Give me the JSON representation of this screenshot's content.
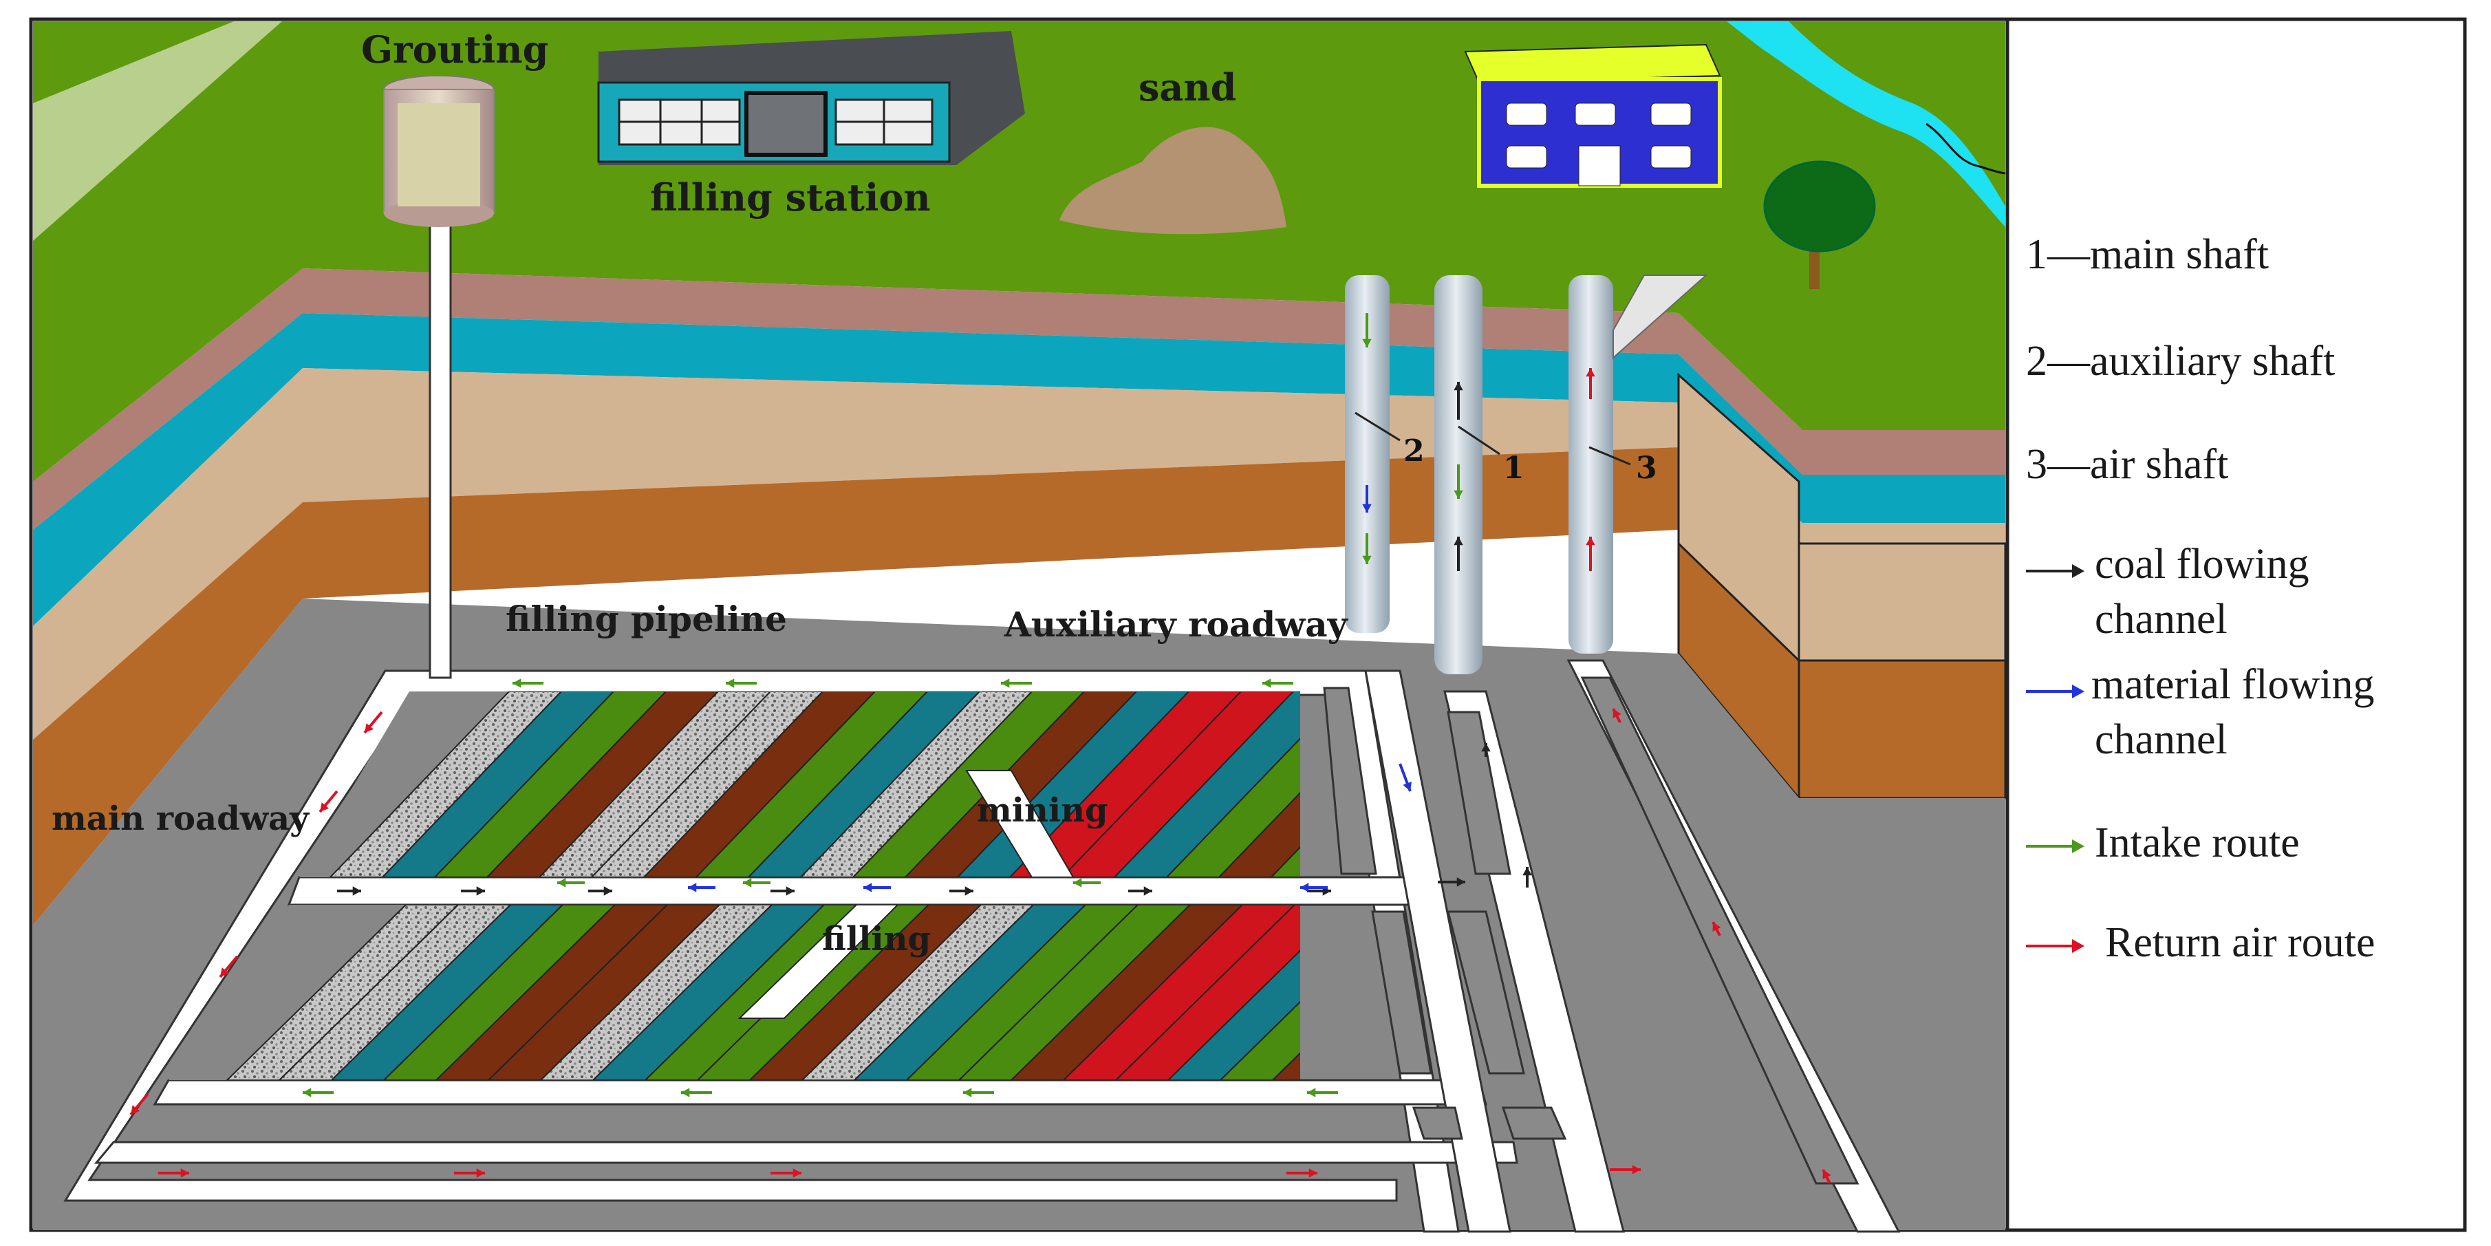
{
  "labels": {
    "grouting": "Grouting",
    "filling_station": "filling station",
    "sand": "sand",
    "filling_pipeline": "filling pipeline",
    "auxiliary_roadway": "Auxiliary roadway",
    "main_roadway": "main roadway",
    "mining": "mining",
    "filling": "filling"
  },
  "shaft_numbers": [
    "2",
    "1",
    "3"
  ],
  "legend": {
    "main_shaft": "1—main shaft",
    "auxiliary_shaft": "2—auxiliary shaft",
    "air_shaft": "3—air shaft",
    "coal_line1": "coal flowing",
    "coal_line2": "channel",
    "material_line1": "material flowing",
    "material_line2": "channel",
    "intake": "Intake route",
    "return_air": "Return air route"
  },
  "colors": {
    "coal_arrow": "#222222",
    "material_arrow": "#2233dd",
    "intake_arrow": "#4a9a1a",
    "return_arrow": "#dd1122",
    "grass": "#5e9a0e",
    "stripe_green": "#4a8c10",
    "stripe_brown": "#7a2e10",
    "stripe_teal": "#147a8a",
    "stripe_red": "#d0141e",
    "stripe_gravel": "#bdbdbd",
    "ground_gray": "#878787"
  },
  "icons": [
    "grouting-tank-icon",
    "filling-station-icon",
    "sand-pile-icon",
    "office-building-icon",
    "tree-icon",
    "river-icon"
  ]
}
